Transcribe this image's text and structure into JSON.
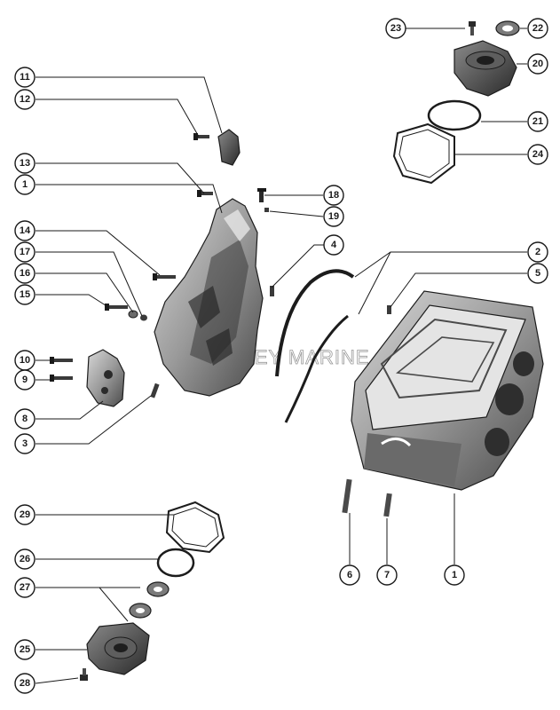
{
  "watermark": "CROWLEY MARINE",
  "callouts": [
    {
      "id": "11",
      "label": "11"
    },
    {
      "id": "12",
      "label": "12"
    },
    {
      "id": "13",
      "label": "13"
    },
    {
      "id": "1a",
      "label": "1"
    },
    {
      "id": "14",
      "label": "14"
    },
    {
      "id": "17",
      "label": "17"
    },
    {
      "id": "16",
      "label": "16"
    },
    {
      "id": "15",
      "label": "15"
    },
    {
      "id": "10",
      "label": "10"
    },
    {
      "id": "9",
      "label": "9"
    },
    {
      "id": "8",
      "label": "8"
    },
    {
      "id": "3",
      "label": "3"
    },
    {
      "id": "18",
      "label": "18"
    },
    {
      "id": "19",
      "label": "19"
    },
    {
      "id": "4",
      "label": "4"
    },
    {
      "id": "2",
      "label": "2"
    },
    {
      "id": "5",
      "label": "5"
    },
    {
      "id": "23",
      "label": "23"
    },
    {
      "id": "22",
      "label": "22"
    },
    {
      "id": "20",
      "label": "20"
    },
    {
      "id": "21",
      "label": "21"
    },
    {
      "id": "24",
      "label": "24"
    },
    {
      "id": "6",
      "label": "6"
    },
    {
      "id": "7",
      "label": "7"
    },
    {
      "id": "1b",
      "label": "1"
    },
    {
      "id": "29",
      "label": "29"
    },
    {
      "id": "26",
      "label": "26"
    },
    {
      "id": "27",
      "label": "27"
    },
    {
      "id": "25",
      "label": "25"
    },
    {
      "id": "28",
      "label": "28"
    }
  ]
}
